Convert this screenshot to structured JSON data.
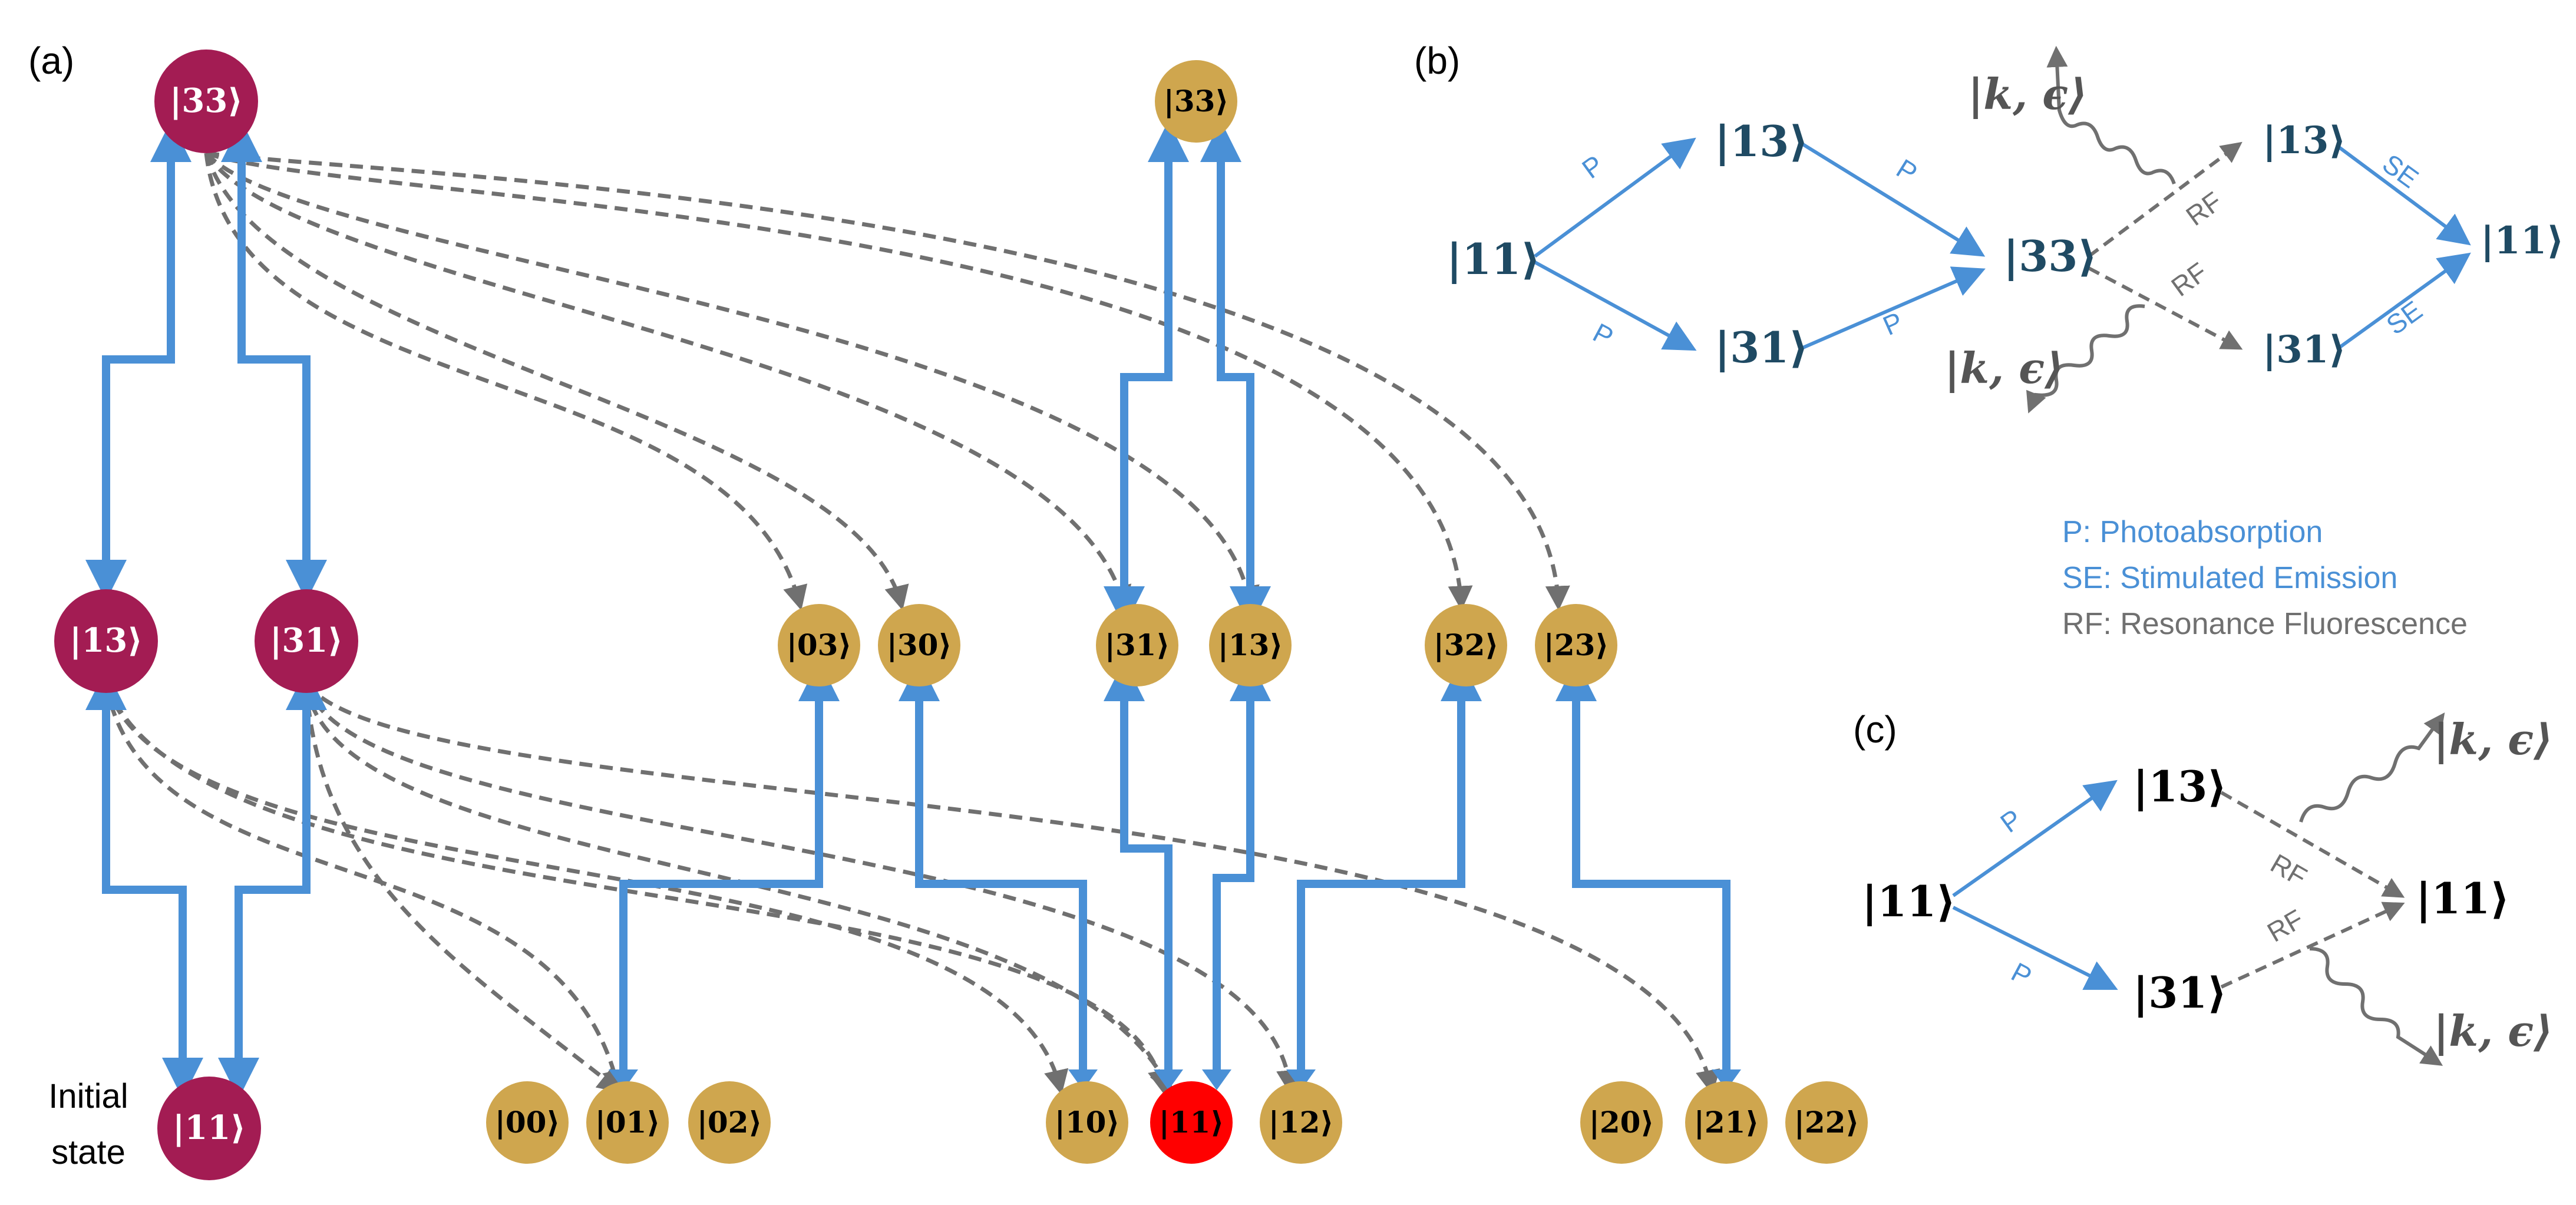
{
  "panel_labels": {
    "a": "(a)",
    "b": "(b)",
    "c": "(c)"
  },
  "colors": {
    "maroon": "#a31c53",
    "gold": "#cfa64e",
    "red_node": "#ff0000",
    "blue": "#4a90d6",
    "grey": "#707070",
    "dark_ket": "#1f4a63"
  },
  "panel_a": {
    "initial_label_1": "Initial",
    "initial_label_2": "state",
    "maroon_nodes": {
      "top": "|33⟩",
      "left": "|13⟩",
      "right": "|31⟩",
      "bottom": "|11⟩"
    },
    "gold_top": "|33⟩",
    "gold_mid": [
      "|03⟩",
      "|30⟩",
      "|31⟩",
      "|13⟩",
      "|32⟩",
      "|23⟩"
    ],
    "bottom_row": [
      "|00⟩",
      "|01⟩",
      "|02⟩",
      "|10⟩",
      "|11⟩",
      "|12⟩",
      "|20⟩",
      "|21⟩",
      "|22⟩"
    ]
  },
  "panel_b": {
    "ket11_left": "|11⟩",
    "ket13_a": "|13⟩",
    "ket31_a": "|31⟩",
    "ket33": "|33⟩",
    "ket13_b": "|13⟩",
    "ket31_b": "|31⟩",
    "ket11_right": "|11⟩",
    "photon_top": "|k, ϵ⟩",
    "photon_bottom": "|k, ϵ⟩",
    "edge_labels": [
      "P",
      "P",
      "P",
      "P",
      "RF",
      "RF",
      "SE",
      "SE"
    ]
  },
  "legend": [
    {
      "text": "P: Photoabsorption",
      "color": "#4a90d6"
    },
    {
      "text": "SE: Stimulated Emission",
      "color": "#4a90d6"
    },
    {
      "text": "RF: Resonance Fluorescence",
      "color": "#707070"
    }
  ],
  "panel_c": {
    "ket11_left": "|11⟩",
    "ket13": "|13⟩",
    "ket31": "|31⟩",
    "ket11_right": "|11⟩",
    "photon_top": "|k, ϵ⟩",
    "photon_bottom": "|k, ϵ⟩",
    "edge_labels": [
      "P",
      "P",
      "RF",
      "RF"
    ]
  }
}
